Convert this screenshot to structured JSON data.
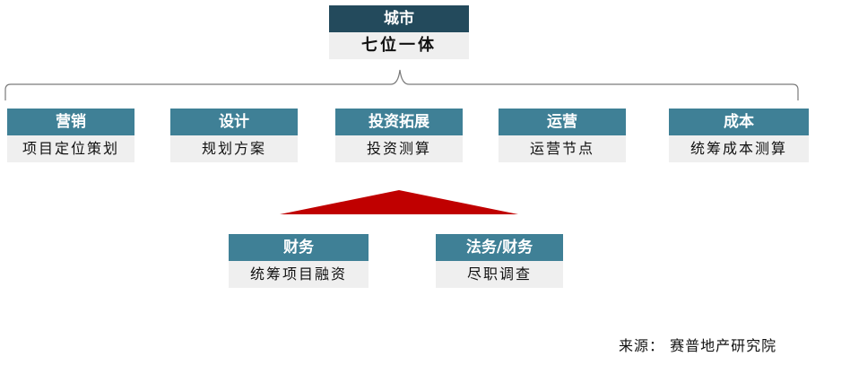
{
  "top": {
    "title": "城市",
    "subtitle": "七位一体"
  },
  "modules": [
    {
      "title": "营销",
      "desc": "项目定位策划"
    },
    {
      "title": "设计",
      "desc": "规划方案"
    },
    {
      "title": "投资拓展",
      "desc": "投资测算"
    },
    {
      "title": "运营",
      "desc": "运营节点"
    },
    {
      "title": "成本",
      "desc": "统筹成本测算"
    }
  ],
  "sub_modules": [
    {
      "title": "财务",
      "desc": "统筹项目融资"
    },
    {
      "title": "法务/财务",
      "desc": "尽职调查"
    }
  ],
  "source": "来源： 赛普地产研究院",
  "colors": {
    "header": "#2f5f73",
    "header_light": "#3f8096",
    "body": "#efefef",
    "arrow": "#c00000"
  }
}
